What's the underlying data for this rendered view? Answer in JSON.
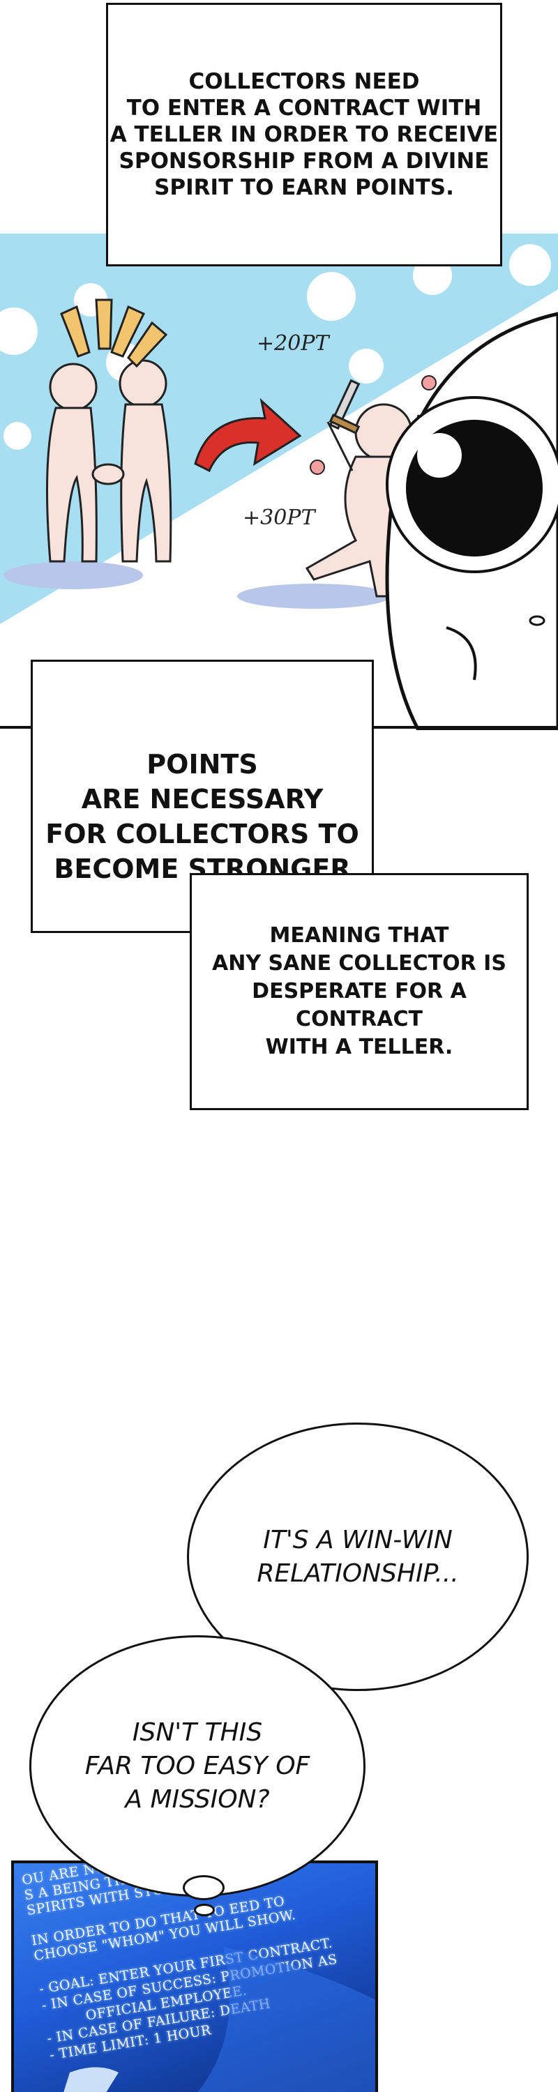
{
  "captions": {
    "contract_rule": "COLLECTORS NEED\nTO ENTER A CONTRACT WITH\nA TELLER IN ORDER TO RECEIVE\nSPONSORSHIP FROM A DIVINE\nSPIRIT TO EARN POINTS.",
    "points_necessary": "POINTS\nARE NECESSARY\nFOR COLLECTORS TO\nBECOME STRONGER",
    "meaning": "MEANING THAT\nANY SANE COLLECTOR IS\nDESPERATE FOR A CONTRACT\nWITH A TELLER."
  },
  "sfx": {
    "plus_20": "+20PT",
    "plus_30": "+30PT"
  },
  "bubbles": {
    "win_win": "IT'S A WIN-WIN\nRELATIONSHIP...",
    "easy_mission": "ISN'T THIS\nFAR TOO EASY OF\nA MISSION?"
  },
  "system_window": {
    "lines": [
      "OU ARE NOW",
      "S A BEING THAT",
      "SPIRITS WITH STOR",
      "IN ORDER TO DO THAT YO  EED TO",
      "CHOOSE \"WHOM\" YOU WILL SHOW.",
      "- GOAL: ENTER YOUR FIRST CONTRACT.",
      "- IN CASE OF SUCCESS: PROMOTION AS",
      "OFFICIAL EMPLOYEE.",
      "- IN CASE OF FAILURE: DEATH",
      "- TIME LIMIT: 1 HOUR"
    ]
  },
  "colors": {
    "sky": "#a7def2",
    "cloud": "#ffffff",
    "ink": "#111111",
    "arrow": "#d9302a",
    "screen_blue": "#1f5bd6",
    "screen_dark": "#0c2a7a"
  }
}
